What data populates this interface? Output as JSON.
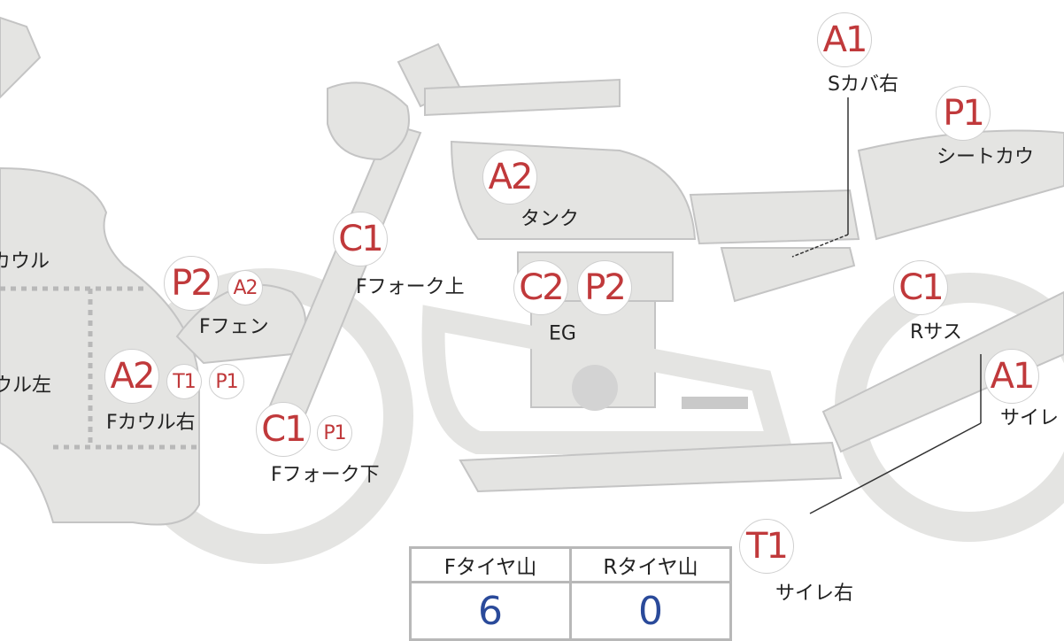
{
  "parts": [
    {
      "name": "s-cover-right",
      "label": "Sカバ右",
      "badges": [
        "A1"
      ]
    },
    {
      "name": "seat-cowl",
      "label": "シートカウ",
      "badges": [
        "P1"
      ]
    },
    {
      "name": "tank",
      "label": "タンク",
      "badges": [
        "A2"
      ]
    },
    {
      "name": "f-fork-upper",
      "label": "Fフォーク上",
      "badges": [
        "C1"
      ]
    },
    {
      "name": "engine",
      "label": "EG",
      "badges": [
        "C2",
        "P2"
      ]
    },
    {
      "name": "r-suspension",
      "label": "Rサス",
      "badges": [
        "C1"
      ]
    },
    {
      "name": "silencer",
      "label": "サイレ",
      "badges": [
        "A1"
      ]
    },
    {
      "name": "silencer-right",
      "label": "サイレ右",
      "badges": [
        "T1"
      ]
    },
    {
      "name": "f-fender",
      "label": "Fフェン",
      "badges": [
        "P2",
        "A2"
      ]
    },
    {
      "name": "f-cowl-right",
      "label": "Fカウル右",
      "badges": [
        "A2",
        "T1",
        "P1"
      ]
    },
    {
      "name": "f-fork-lower",
      "label": "Fフォーク下",
      "badges": [
        "C1",
        "P1"
      ]
    },
    {
      "name": "cowl",
      "label": "カウル",
      "badges": []
    },
    {
      "name": "cowl-left",
      "label": "ウル左",
      "badges": []
    }
  ],
  "tire_table": {
    "headers": [
      "Fタイヤ山",
      "Rタイヤ山"
    ],
    "values": [
      "6",
      "0"
    ]
  },
  "colors": {
    "badge": "#c0393b",
    "body": "#e4e4e2",
    "value": "#2a4a9a"
  }
}
